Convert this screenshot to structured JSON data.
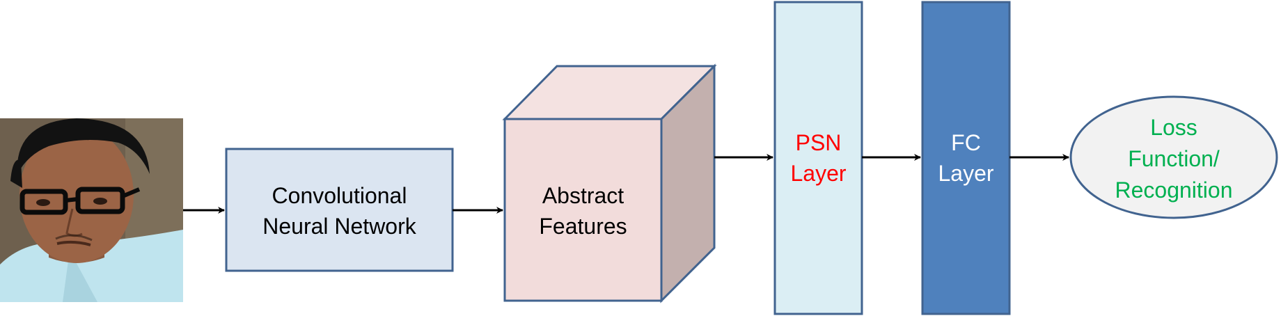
{
  "diagram": {
    "nodes": {
      "input_face": {
        "kind": "photo"
      },
      "cnn": {
        "line1": "Convolutional",
        "line2": "Neural Network"
      },
      "abstract_features": {
        "line1": "Abstract",
        "line2": "Features"
      },
      "psn_layer": {
        "line1": "PSN",
        "line2": "Layer"
      },
      "fc_layer": {
        "line1": "FC",
        "line2": "Layer"
      },
      "loss": {
        "line1": "Loss",
        "line2": "Function/",
        "line3": "Recognition"
      }
    }
  },
  "colors": {
    "stroke": "#41638f",
    "arrow": "#000000",
    "cnn_fill": "#dbe5f1",
    "cube_front": "#f2dcdb",
    "cube_top": "#f4e2e1",
    "cube_side": "#c3b0ae",
    "psn_fill": "#dbeef4",
    "fc_fill": "#4f81bd",
    "loss_fill": "#f2f2f2",
    "text_default": "#000000",
    "text_psn": "#ff0000",
    "text_fc": "#ffffff",
    "text_loss": "#00b050"
  }
}
